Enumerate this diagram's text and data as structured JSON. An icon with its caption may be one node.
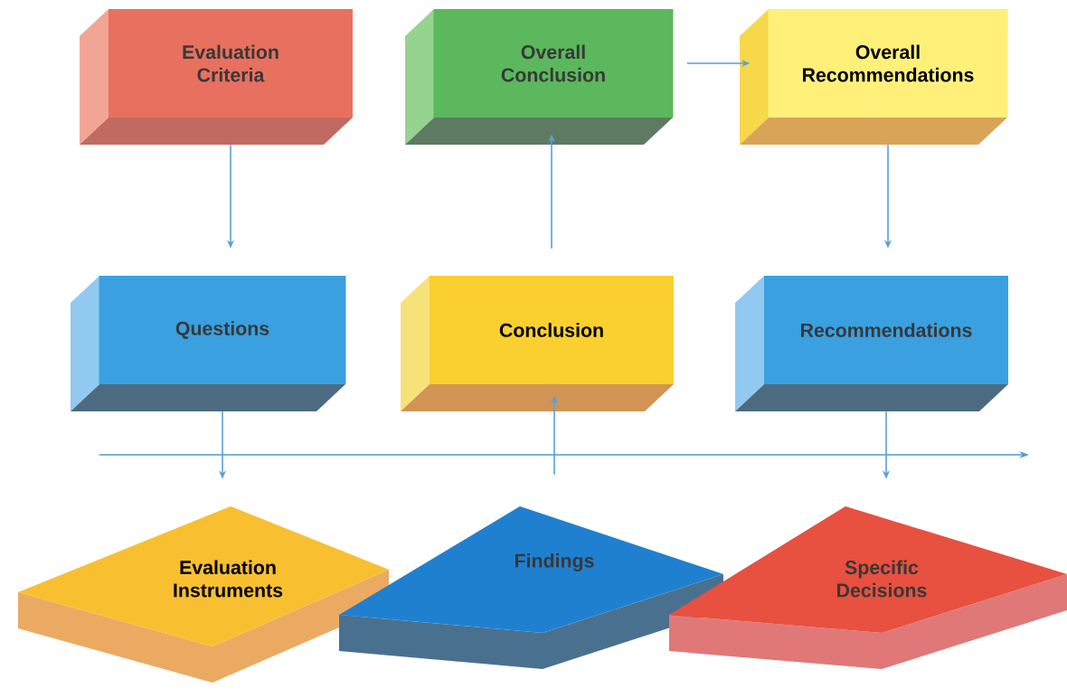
{
  "diagram": {
    "nodes": [
      {
        "text": [
          "Evaluation Criteria"
        ]
      },
      {
        "text": [
          "Overall Conclusion"
        ]
      },
      {
        "text": [
          "Overall Recommendations"
        ]
      },
      {
        "text": [
          "Questions"
        ]
      },
      {
        "text": [
          "Conclusion"
        ]
      },
      {
        "text": [
          "Recommendations"
        ]
      },
      {
        "text": [
          "Evaluation Instruments"
        ]
      },
      {
        "text": [
          "Findings"
        ]
      },
      {
        "text": [
          "Specific Decisions"
        ]
      }
    ],
    "edges": [
      {
        "from": 0,
        "to": 3,
        "arrow": "to"
      },
      {
        "from": 4,
        "to": 1,
        "arrow": "to"
      },
      {
        "from": 1,
        "to": 2,
        "arrow": "to"
      },
      {
        "from": 2,
        "to": 5,
        "arrow": "to"
      },
      {
        "from": 3,
        "to": 6,
        "arrow": "to"
      },
      {
        "from": 7,
        "to": 4,
        "arrow": "to"
      },
      {
        "from": 5,
        "to": 8,
        "arrow": "to"
      }
    ]
  }
}
